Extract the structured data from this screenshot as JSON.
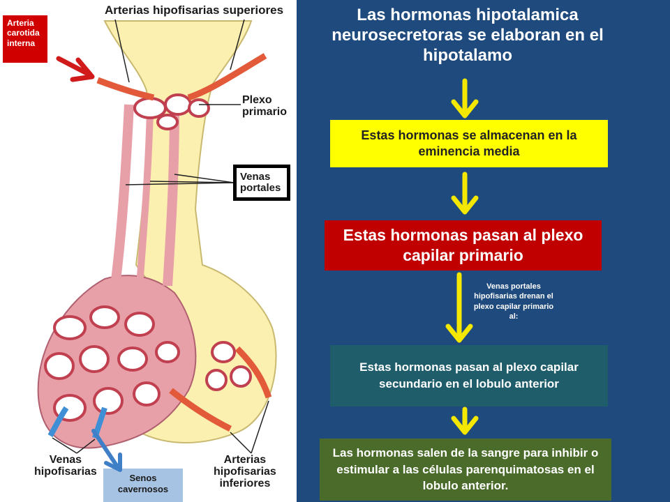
{
  "illustration": {
    "top_label": "Arterias hipofisarias superiores",
    "plexo_label": "Plexo\nprimario",
    "venas_portales_label": "Venas\nportales",
    "venas_hipofisarias_label": "Venas\nhipofisarias",
    "arterias_inferiores_label": "Arterias\nhipofisarias\ninferiores"
  },
  "tags": {
    "arteria_carotida": "Arteria\ncarotida\ninterna",
    "senos_cavernosos": "Senos\ncavernosos"
  },
  "flow": {
    "title": "Las hormonas hipotalamica neurosecretoras se elaboran en el hipotalamo",
    "step1": "Estas hormonas se almacenan en la eminencia media",
    "step2": "Estas hormonas pasan al plexo capilar primario",
    "note": "Venas portales hipofisarias drenan el plexo capilar primario al:",
    "step3": "Estas hormonas pasan al plexo capilar secundario en el lobulo anterior",
    "step4": "Las hormonas salen de la sangre para inhibir o estimular a las células parenquimatosas en el lobulo anterior."
  },
  "colors": {
    "panel_bg": "#1f4a7d",
    "arrow_yellow": "#f5e800",
    "arrow_red": "#d11a1a",
    "arrow_blue": "#3f7fc8",
    "vessel_red": "#e25a3a",
    "tissue_pink": "#e8a0a8",
    "tissue_yellow": "#fbf0b0"
  }
}
